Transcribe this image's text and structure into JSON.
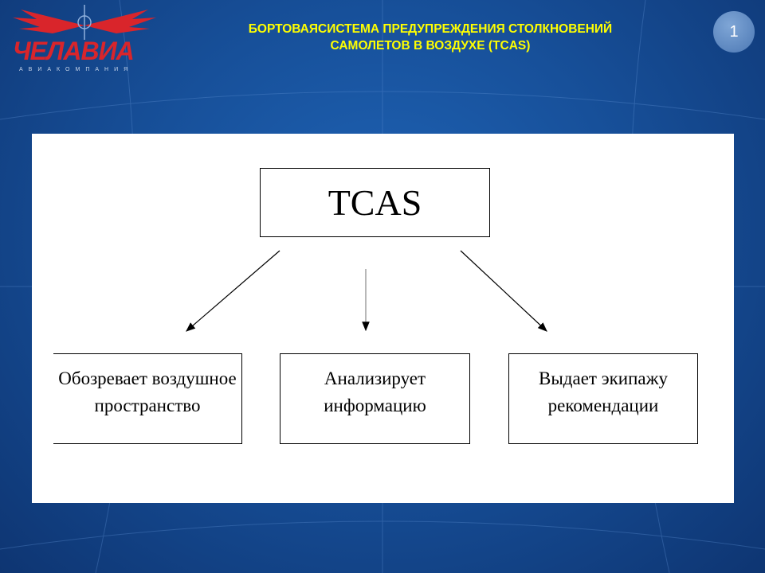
{
  "logo": {
    "text": "ЧЕЛАВИА",
    "subtext": "АВИАКОМПАНИЯ"
  },
  "header": {
    "title_line1": "БОРТОВАЯСИСТЕМА ПРЕДУПРЕЖДЕНИЯ СТОЛКНОВЕНИЙ",
    "title_line2": "САМОЛЕТОВ В ВОЗДУХЕ (TCAS)"
  },
  "page_number": "1",
  "diagram": {
    "root": "TCAS",
    "children": [
      {
        "line1": "Обозревает воздушное",
        "line2": "пространство"
      },
      {
        "line1": "Анализирует",
        "line2": "информацию"
      },
      {
        "line1": "Выдает экипажу",
        "line2": "рекомендации"
      }
    ]
  },
  "colors": {
    "title": "#ffff00",
    "background": "#17509a",
    "logo_red": "#d9252b"
  }
}
